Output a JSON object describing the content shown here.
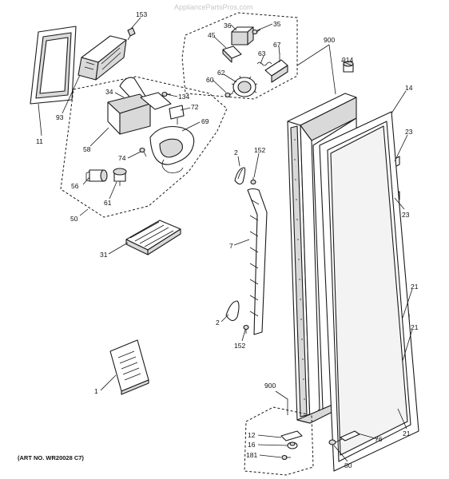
{
  "watermark": "AppliancePartsPros.com",
  "art_number": "(ART NO. WR20028 C7)",
  "callouts": {
    "c153": "153",
    "c36": "36",
    "c35": "35",
    "c45": "45",
    "c67": "67",
    "c63": "63",
    "c62": "62",
    "c60": "60",
    "c900a": "900",
    "c914": "914",
    "c93": "93",
    "c11": "11",
    "c34": "34",
    "c134": "134",
    "c72": "72",
    "c69": "69",
    "c58": "58",
    "c74": "74",
    "c56": "56",
    "c61": "61",
    "c50": "50",
    "c2a": "2",
    "c152a": "152",
    "c14": "14",
    "c23a": "23",
    "c23b": "23",
    "c31": "31",
    "c7": "7",
    "c2b": "2",
    "c152b": "152",
    "c21a": "21",
    "c21b": "21",
    "c21c": "21",
    "c1": "1",
    "c900b": "900",
    "c12": "12",
    "c16": "16",
    "c181": "181",
    "c76": "76",
    "c80": "80"
  }
}
